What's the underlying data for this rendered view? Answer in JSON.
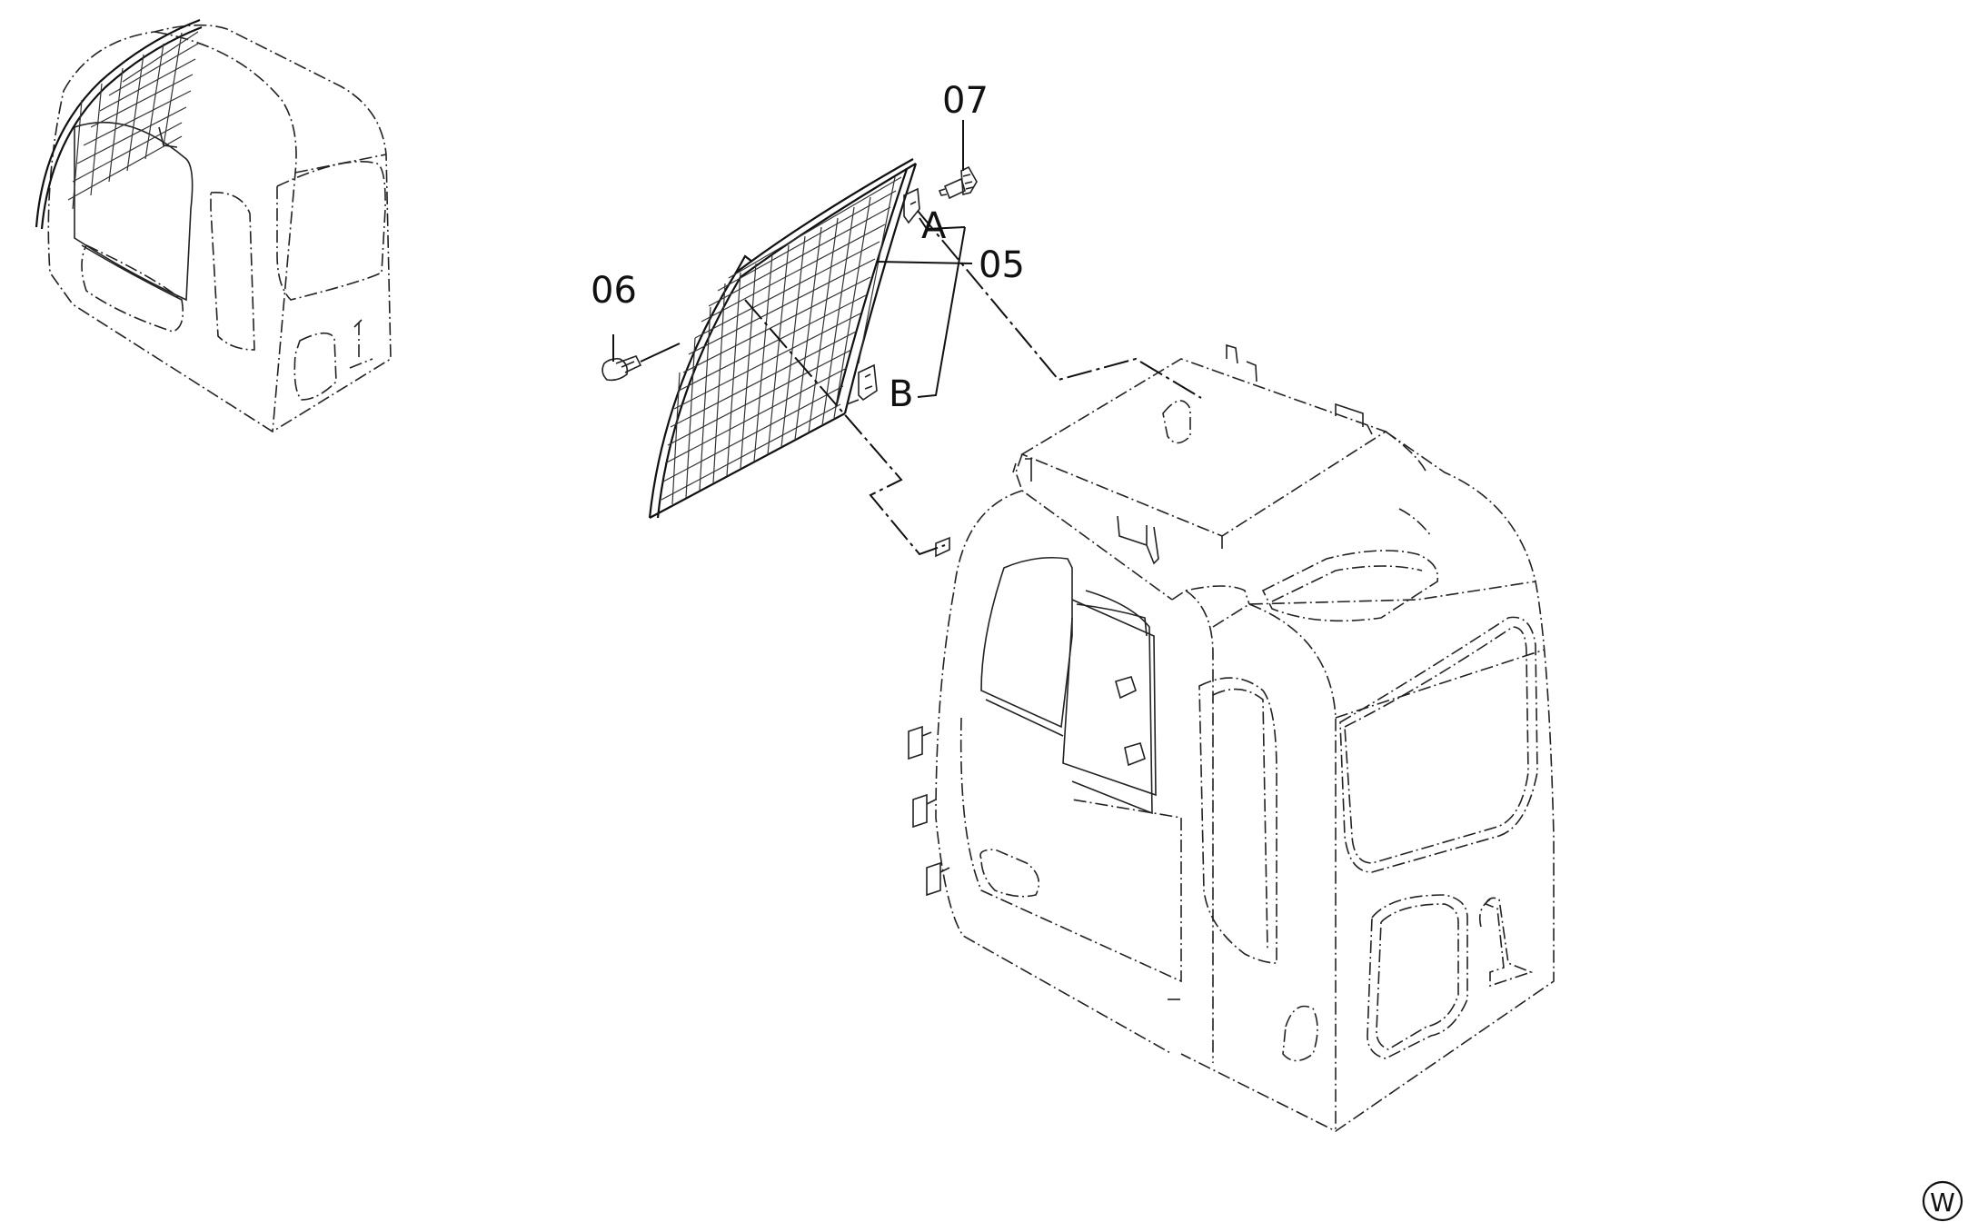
{
  "diagram": {
    "callouts": [
      {
        "id": "c07",
        "label": "07",
        "part": "bolt"
      },
      {
        "id": "c06",
        "label": "06",
        "part": "bolt"
      },
      {
        "id": "c05",
        "label": "05",
        "part": "guard-screen"
      }
    ],
    "connectors": [
      {
        "id": "ca",
        "label": "A"
      },
      {
        "id": "cb",
        "label": "B"
      }
    ],
    "corner_mark": "W"
  }
}
